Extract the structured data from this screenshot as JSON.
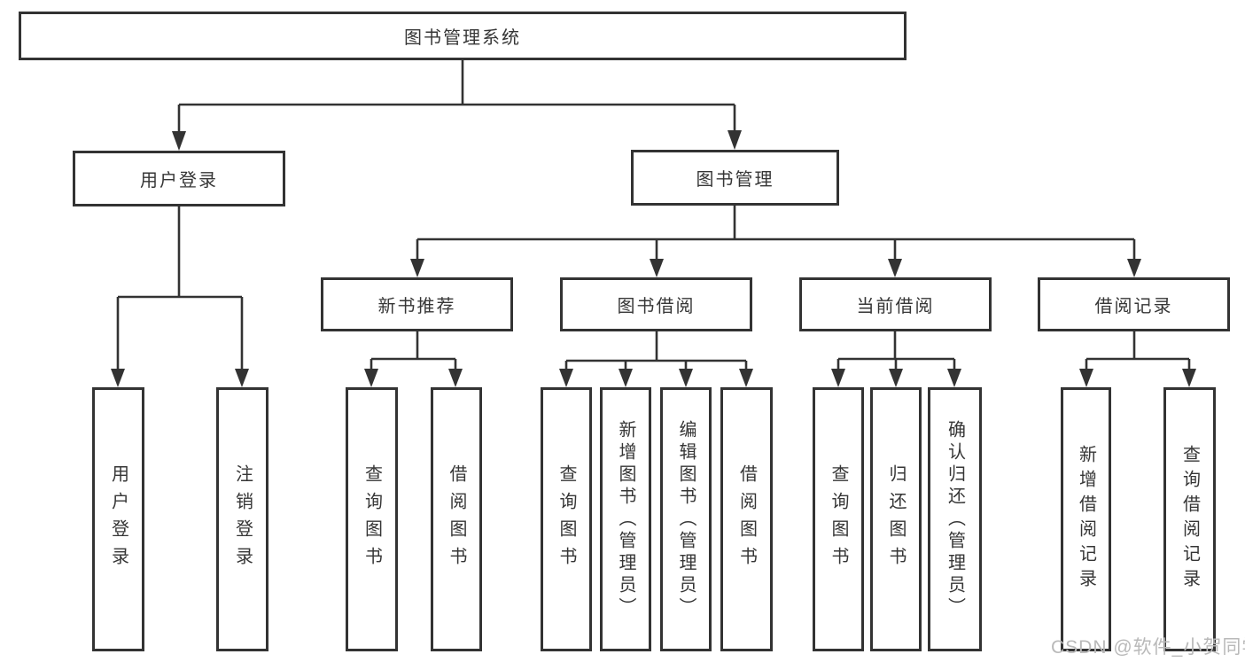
{
  "tree": {
    "label": "图书管理系统",
    "children": [
      {
        "label": "用户登录",
        "children": [
          {
            "label": "用户登录"
          },
          {
            "label": "注销登录"
          }
        ]
      },
      {
        "label": "图书管理",
        "children": [
          {
            "label": "新书推荐",
            "children": [
              {
                "label": "查询图书"
              },
              {
                "label": "借阅图书"
              }
            ]
          },
          {
            "label": "图书借阅",
            "children": [
              {
                "label": "查询图书"
              },
              {
                "label": "新增图书（管理员）"
              },
              {
                "label": "编辑图书（管理员）"
              },
              {
                "label": "借阅图书"
              }
            ]
          },
          {
            "label": "当前借阅",
            "children": [
              {
                "label": "查询图书"
              },
              {
                "label": "归还图书"
              },
              {
                "label": "确认归还（管理员）"
              }
            ]
          },
          {
            "label": "借阅记录",
            "children": [
              {
                "label": "新增借阅记录"
              },
              {
                "label": "查询借阅记录"
              }
            ]
          }
        ]
      }
    ]
  },
  "watermark": {
    "text": "CSDN @软件_小贺同学"
  },
  "colors": {
    "line": "#333333",
    "text": "#363636",
    "watermark": "#b9b9b9",
    "background": "#ffffff"
  }
}
